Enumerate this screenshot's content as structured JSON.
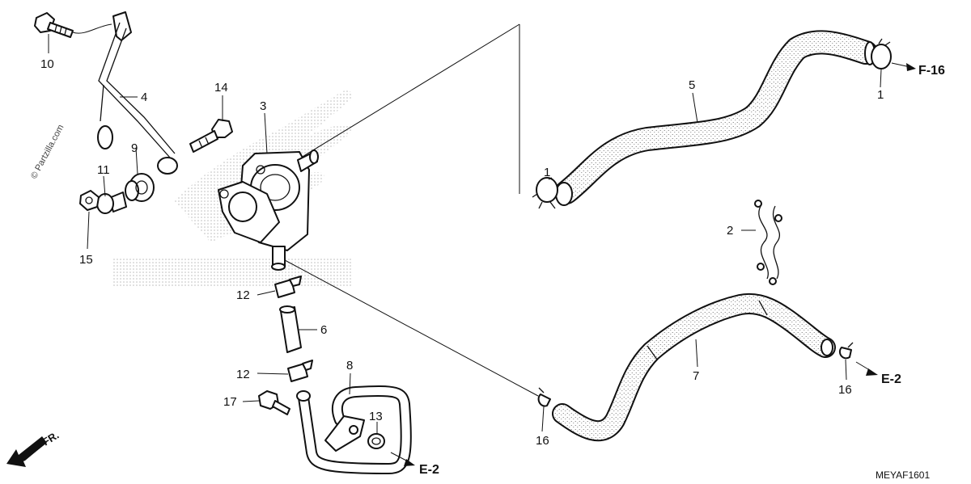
{
  "watermark": "© Partzilla.com",
  "diagram_code": "MEYAF1601",
  "front_marker": "FR.",
  "callouts": {
    "c1a": "1",
    "c1b": "1",
    "c2": "2",
    "c3": "3",
    "c4": "4",
    "c5": "5",
    "c6": "6",
    "c7": "7",
    "c8": "8",
    "c9": "9",
    "c10": "10",
    "c11": "11",
    "c12a": "12",
    "c12b": "12",
    "c13": "13",
    "c14": "14",
    "c15": "15",
    "c16a": "16",
    "c16b": "16",
    "c17": "17"
  },
  "references": {
    "f16": "F-16",
    "e2a": "E-2",
    "e2b": "E-2"
  },
  "colors": {
    "ink": "#111111",
    "paper": "#ffffff",
    "logo_dots": "#bdbdbd"
  }
}
